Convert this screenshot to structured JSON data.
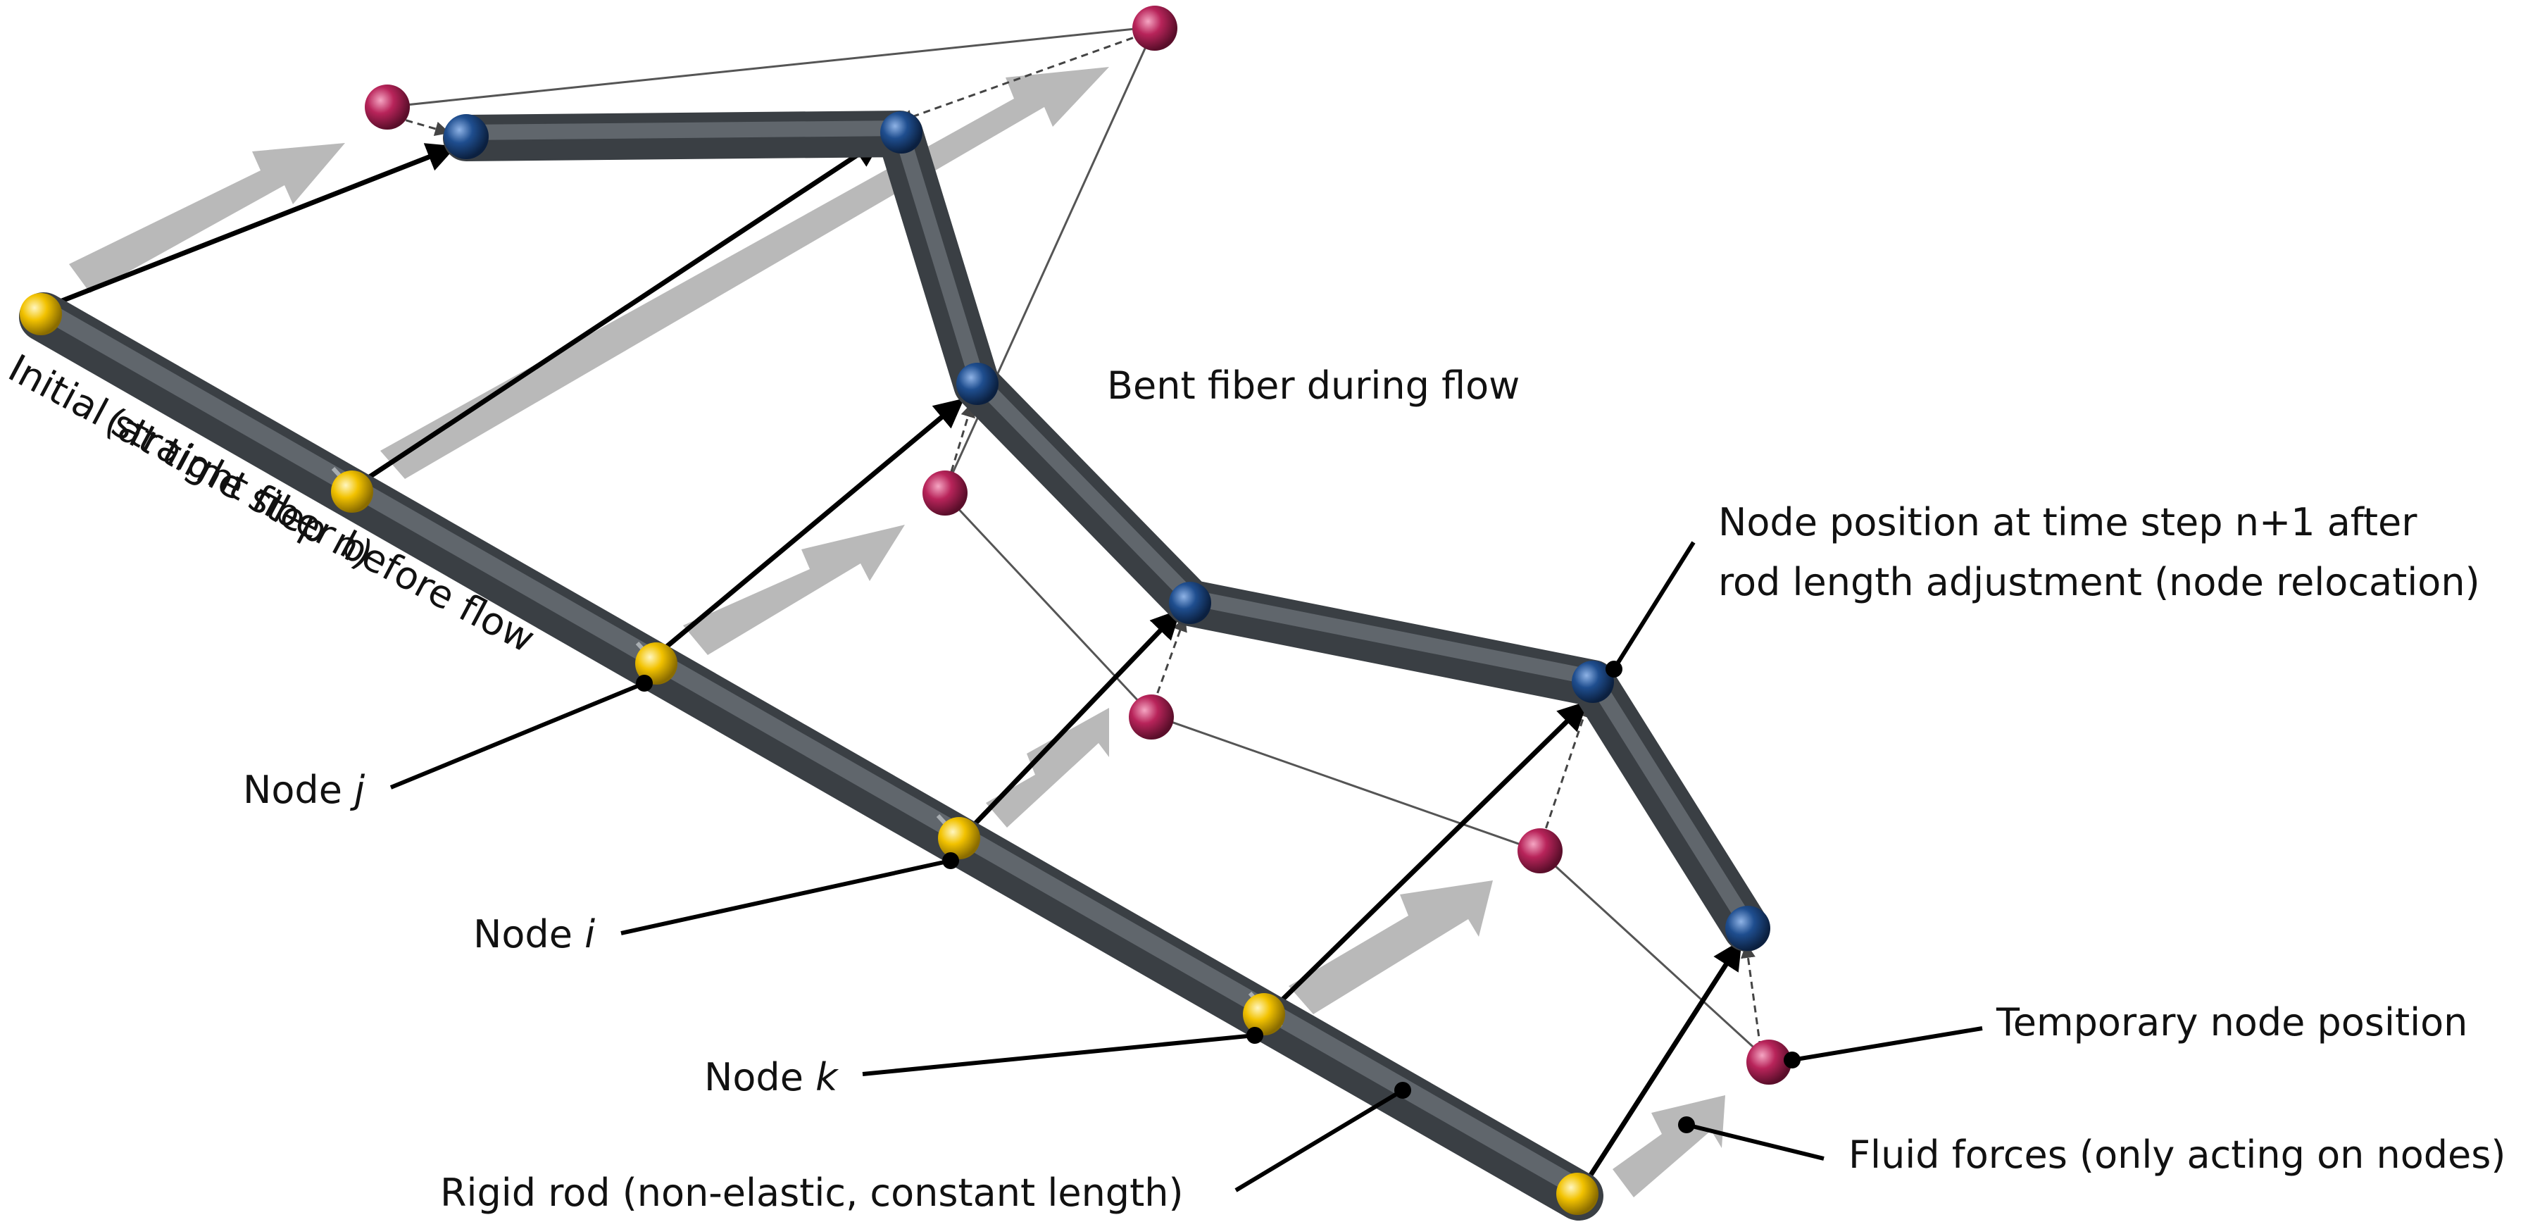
{
  "labels": {
    "initial_fiber_line1": "Initial straight fiber before flow",
    "initial_fiber_line2": "(at time step n)",
    "bent_fiber": "Bent fiber during flow",
    "node_relocation_line1": "Node position at time step n+1 after",
    "node_relocation_line2": "rod length adjustment (node relocation)",
    "temporary_node": "Temporary node position",
    "fluid_forces": "Fluid forces (only acting on nodes)",
    "rigid_rod": "Rigid rod (non-elastic, constant length)",
    "node_word": "Node",
    "node_j": "j",
    "node_i": "i",
    "node_k": "k"
  },
  "colors": {
    "rod": "#4a5055",
    "initial_node": "#f2c200",
    "final_node": "#1f4e8f",
    "temporary_node": "#b8245a",
    "flow_arrow": "#b9b9b9",
    "connector": "#000000"
  }
}
